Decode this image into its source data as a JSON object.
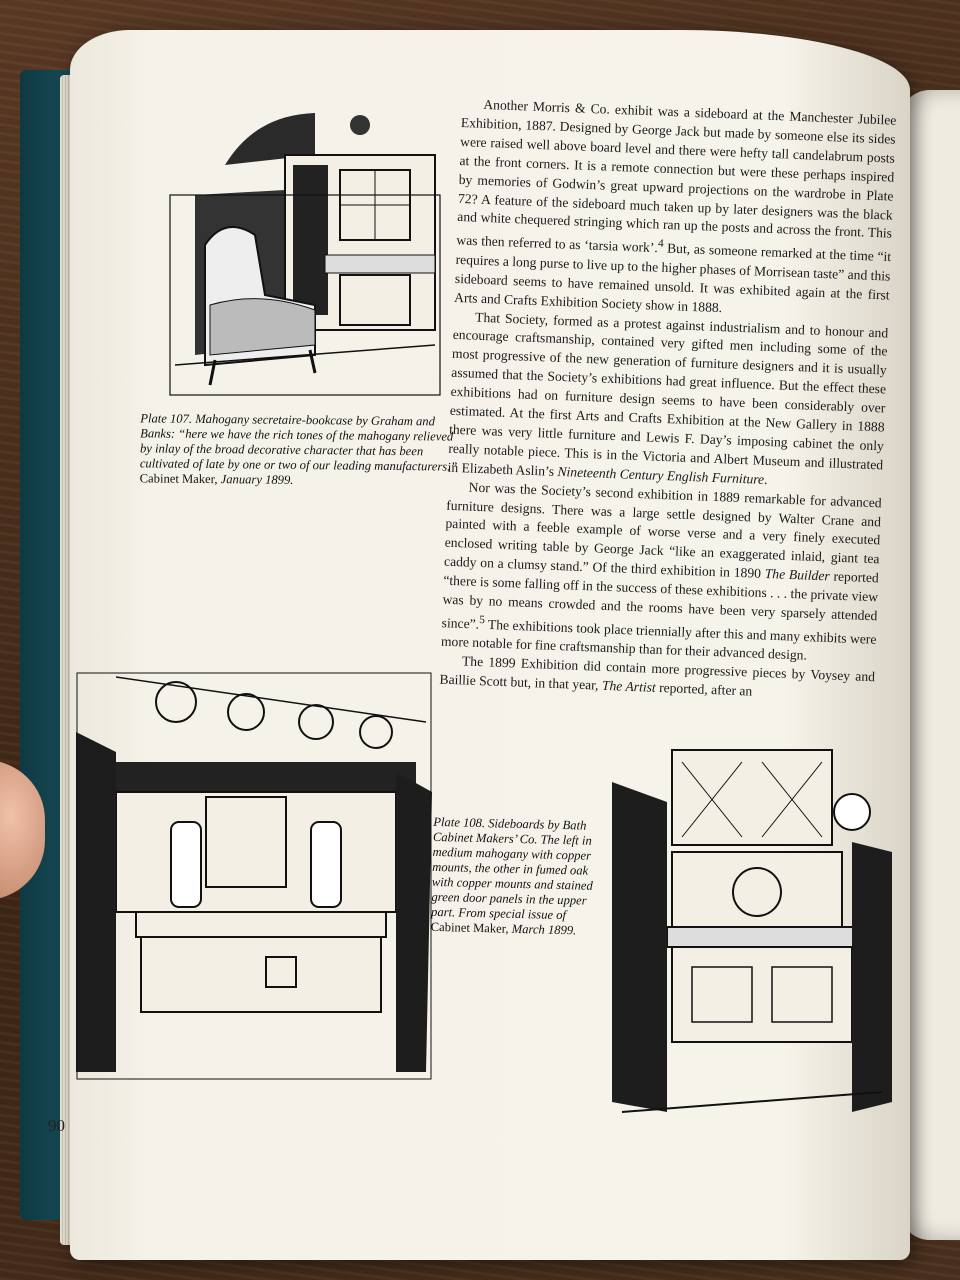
{
  "page": {
    "folio": "90",
    "caption_107": {
      "prefix": "Plate 107. Mahogany secretaire-bookcase by Graham and Banks: “here we have the rich tones of the mahogany relieved by inlay of the broad decorative character that has been cultivated of late by one or two of our leading manufacturers.”",
      "source": "Cabinet Maker,",
      "date": "January 1899."
    },
    "caption_108": {
      "prefix": "Plate 108. Sideboards by Bath Cabinet Makers’ Co. The left in medium mahogany with copper mounts, the other in fumed oak with copper mounts and stained green door panels in the upper part. From special issue of",
      "source": "Cabinet Maker,",
      "date": "March 1899."
    },
    "paragraphs": [
      {
        "a": "Another Morris & Co. exhibit was a sideboard at the Manchester Jubilee Exhibition, 1887. Designed by George Jack but made by someone else its sides were raised well above board level and there were hefty tall candelabrum posts at the front corners. It is a remote connection but were these perhaps inspired by memories of Godwin’s great upward projections on the wardrobe in Plate 72? A feature of the sideboard much taken up by later designers was the black and white chequered stringing which ran up the posts and across the front. This was then referred to as ‘tarsia work’.",
        "a_sup": "4",
        "b": " But, as someone remarked at the time “it requires a long purse to live up to the higher phases of Morrisean taste” and this sideboard seems to have remained unsold. It was exhibited again at the first Arts and Crafts Exhibition Society show in 1888."
      },
      {
        "a": "That Society, formed as a protest against industrialism and to honour and encourage craftsmanship, contained very gifted men including some of the most progressive of the new generation of furniture designers and it is usually assumed that the Society’s exhibitions had great influence. But the effect these exhibitions had on furniture design seems to have been considerably over estimated. At the first Arts and Crafts Exhibition at the New Gallery in 1888 there was very little furniture and Lewis F. Day’s imposing cabinet the only really notable piece. This is in the Victoria and Albert Museum and illustrated in Elizabeth Aslin’s ",
        "em": "Nineteenth Century English Furniture",
        "b": "."
      },
      {
        "a": "Nor was the Society’s second exhibition in 1889 remarkable for advanced furniture designs. There was a large settle designed by Walter Crane and painted with a feeble example of worse verse and a very finely executed enclosed writing table by George Jack “like an exaggerated inlaid, giant tea caddy on a clumsy stand.” Of the third exhibition in 1890 ",
        "em": "The Builder",
        "b": " reported “there is some falling off in the success of these exhibitions . . . the private view was by no means crowded and the rooms have been very sparsely attended since”.",
        "sup": "5",
        "c": " The exhibitions took place triennially after this and many exhibits were more notable for fine craftsmanship than for their advanced design."
      },
      {
        "a": "The 1899 Exhibition did contain more progressive pieces by Voysey and Baillie Scott but, in that year, ",
        "em": "The Artist",
        "b": " reported, after an"
      }
    ]
  }
}
